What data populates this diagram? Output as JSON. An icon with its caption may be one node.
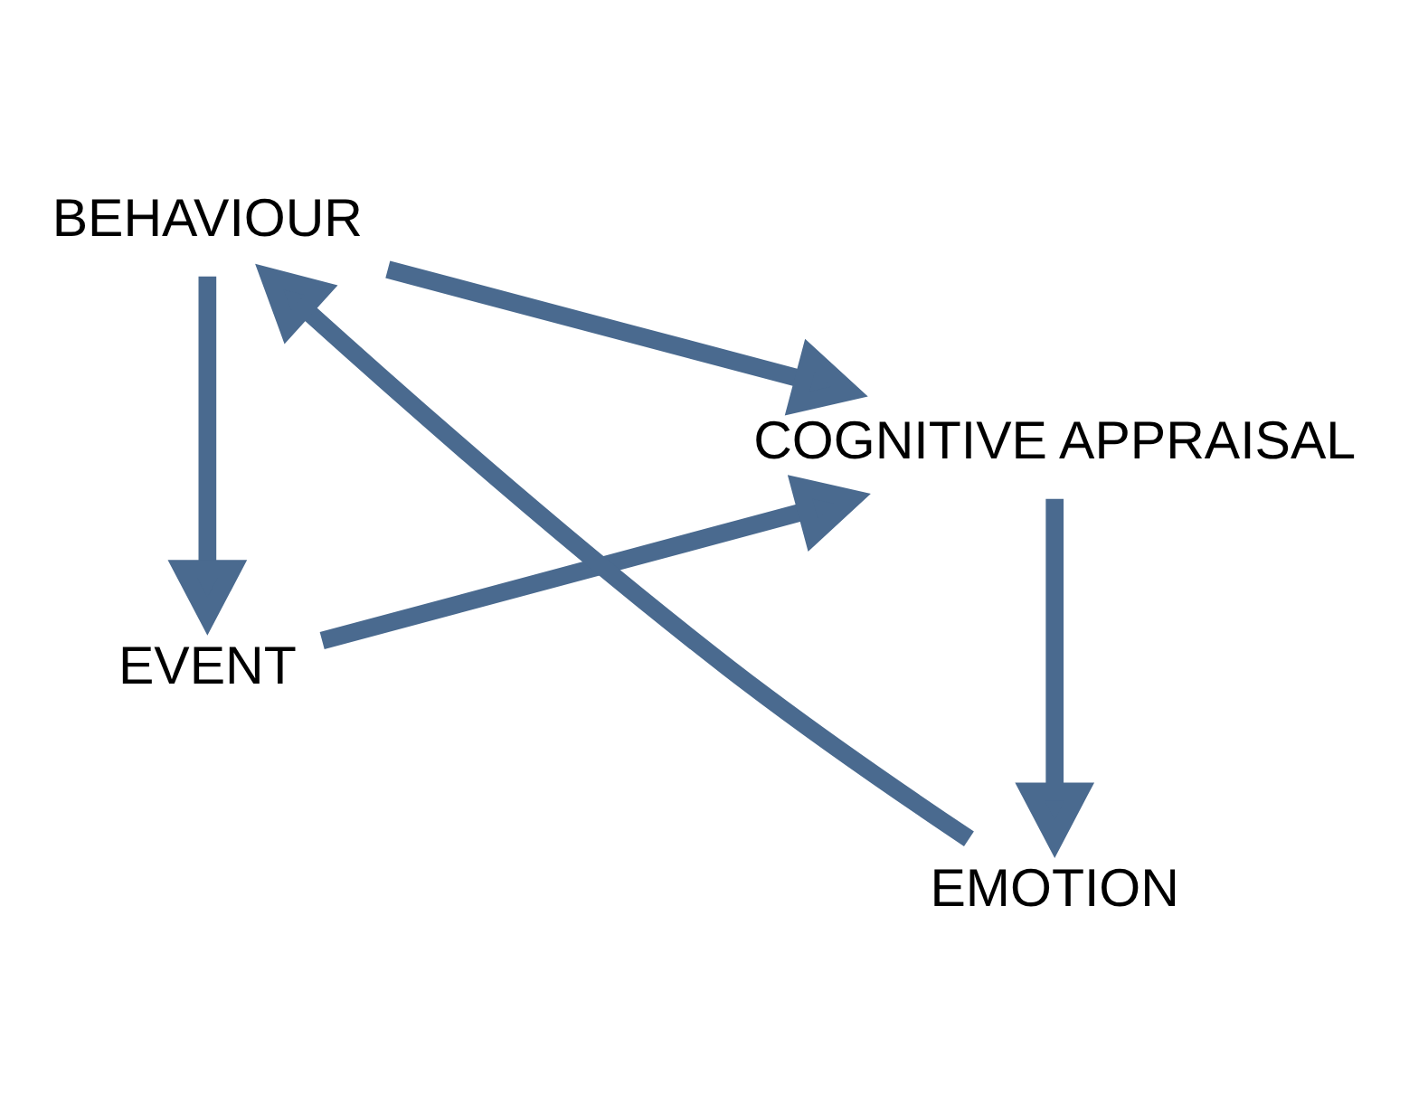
{
  "diagram": {
    "nodes": [
      {
        "text": [
          "EVENT"
        ]
      },
      {
        "text": [
          "COGNITIVE APPRAISAL"
        ]
      },
      {
        "text": [
          "EMOTION"
        ]
      },
      {
        "text": [
          "BEHAVIOUR"
        ]
      }
    ],
    "edges": [
      {
        "from": 0,
        "to": 1,
        "arrow": "to"
      },
      {
        "from": 1,
        "to": 2,
        "arrow": "to"
      },
      {
        "from": 2,
        "to": 3,
        "arrow": "to"
      },
      {
        "from": 3,
        "to": 0,
        "arrow": "to"
      },
      {
        "from": 3,
        "to": 1,
        "arrow": "to"
      }
    ]
  }
}
